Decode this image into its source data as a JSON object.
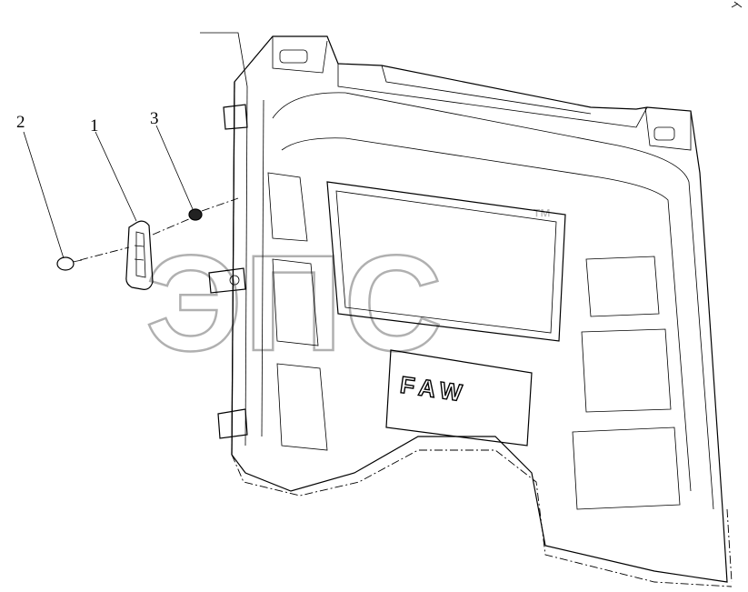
{
  "diagram": {
    "callouts": [
      {
        "id": "callout-1",
        "label": "1"
      },
      {
        "id": "callout-2",
        "label": "2"
      },
      {
        "id": "callout-3",
        "label": "3"
      }
    ],
    "panel_logo": "FAW",
    "watermark": {
      "text": "ЭПС",
      "mark": "™"
    }
  }
}
